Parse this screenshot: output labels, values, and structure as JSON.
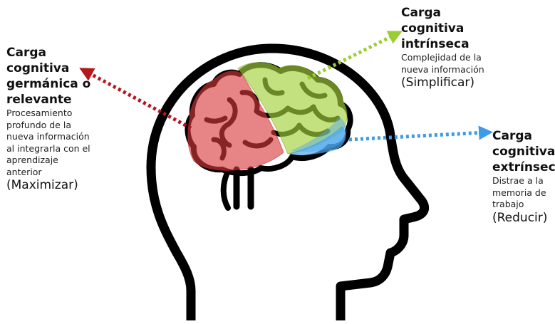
{
  "germanic": {
    "title_line1": "Carga",
    "title_line2": "cognitiva",
    "title_line3": "germánica o",
    "title_line4": "relevante",
    "desc_line1": "Procesamiento",
    "desc_line2": "profundo de la",
    "desc_line3": "nueva información",
    "desc_line4": "al integrarla con el",
    "desc_line5": "aprendizaje",
    "desc_line6": "anterior",
    "action": "(Maximizar)",
    "color": "#b5171d"
  },
  "intrinsic": {
    "title_line1": "Carga",
    "title_line2": "cognitiva",
    "title_line3": "intrínseca",
    "desc_line1": "Complejidad de la",
    "desc_line2": "nueva información",
    "action": "(Simplificar)",
    "color": "#9acd32"
  },
  "extrinsic": {
    "title_line1": "Carga",
    "title_line2": "cognitiva",
    "title_line3": "extrínseca",
    "desc_line1": "Distrae a la",
    "desc_line2": "memoria de",
    "desc_line3": "trabajo",
    "action": "(Reducir)",
    "color": "#3d9be9"
  },
  "icons": {
    "head": "head-silhouette-icon",
    "brain": "brain-icon"
  }
}
